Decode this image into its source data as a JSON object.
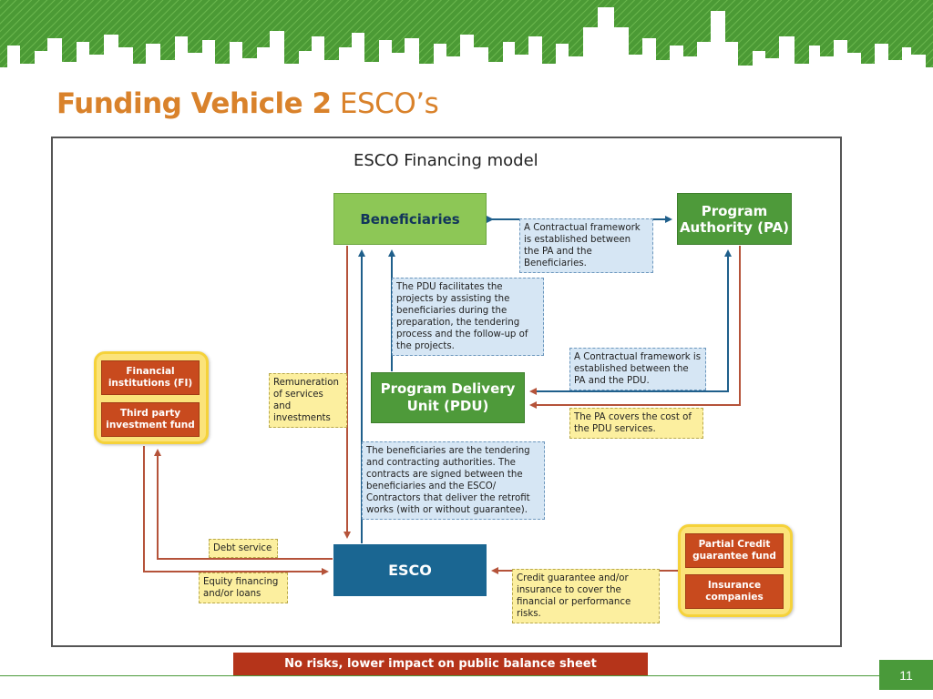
{
  "slide": {
    "title_bold": "Funding Vehicle 2",
    "title_light": "ESCO’s",
    "banner": "No risks, lower impact on public balance sheet",
    "page_number": "11"
  },
  "diagram": {
    "title": "ESCO Financing model",
    "nodes": {
      "beneficiaries": "Beneficiaries",
      "pa": "Program Authority (PA)",
      "pdu": "Program Delivery Unit (PDU)",
      "esco": "ESCO",
      "fi": "Financial institutions (FI)",
      "third_party": "Third party investment fund",
      "partial_credit": "Partial Credit guarantee fund",
      "insurance": "Insurance companies"
    },
    "notes": {
      "pa_beneficiaries": "A Contractual framework is established between the PA and the Beneficiaries.",
      "pdu_facilitates": "The PDU facilitates the projects by assisting the beneficiaries during the preparation, the tendering process and the follow-up of the projects.",
      "pa_pdu": "A Contractual framework is established between the PA and the PDU.",
      "pa_covers": "The PA covers the cost of the PDU services.",
      "remuneration": "Remuneration of services and investments",
      "tendering": "The beneficiaries are the tendering and contracting authorities. The contracts are signed between the beneficiaries and the ESCO/ Contractors that deliver the retrofit works (with or without guarantee).",
      "debt_service": "Debt service",
      "equity": "Equity financing and/or loans",
      "credit_guarantee": "Credit guarantee and/or insurance to cover the financial or performance risks."
    },
    "colors": {
      "green_light": "#8dc756",
      "green_dark": "#4e9a3a",
      "esco_blue": "#1a6692",
      "arrow_blue": "#1f5f8b",
      "arrow_red": "#b5533a",
      "orange": "#c84a1e",
      "title_orange": "#d9822b"
    }
  }
}
